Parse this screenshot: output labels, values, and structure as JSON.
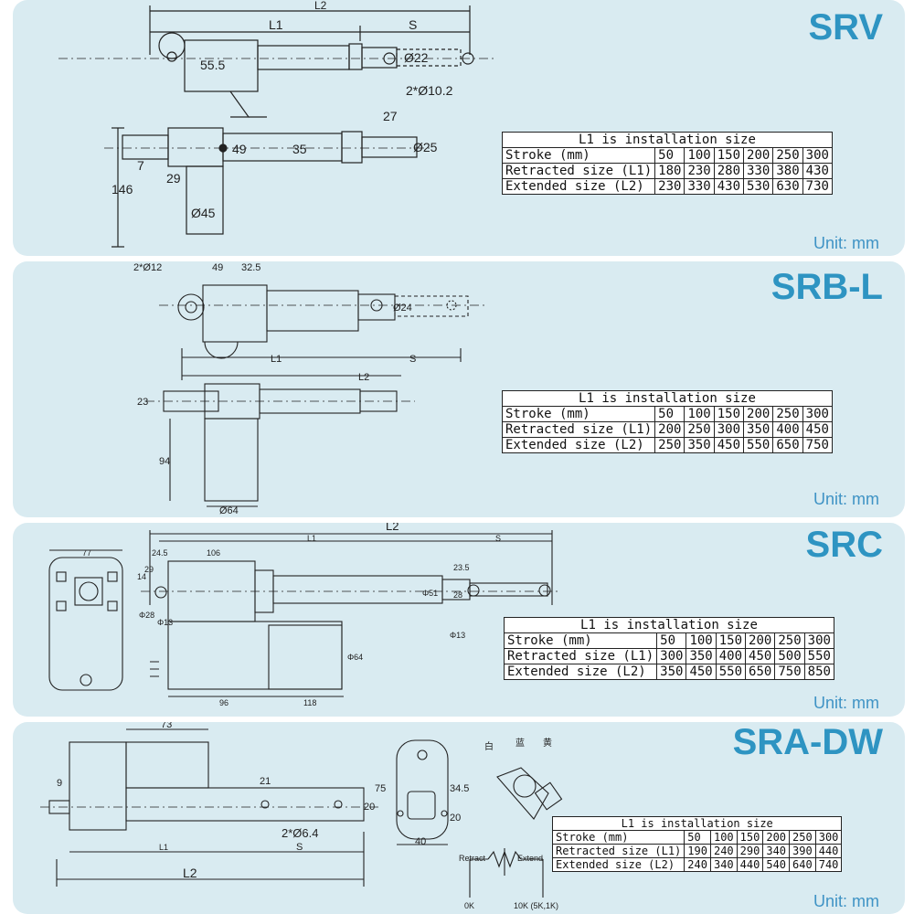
{
  "panels": [
    {
      "title": "SRV",
      "unit": "Unit: mm",
      "table": {
        "caption": "L1 is installation size",
        "header": [
          "Stroke (mm)",
          "50",
          "100",
          "150",
          "200",
          "250",
          "300"
        ],
        "rows": [
          [
            "Retracted size (L1)",
            "180",
            "230",
            "280",
            "330",
            "380",
            "430"
          ],
          [
            "Extended size (L2)",
            "230",
            "330",
            "430",
            "530",
            "630",
            "730"
          ]
        ]
      },
      "dims": {
        "l2": "L2",
        "l1": "L1",
        "s": "S",
        "d55": "55.5",
        "d22": "Ø22",
        "holes": "2*Ø10.2",
        "d27": "27",
        "d49": "49",
        "d35": "35",
        "d25": "Ø25",
        "d7": "7",
        "d29": "29",
        "d146": "146",
        "d45": "Ø45"
      }
    },
    {
      "title": "SRB-L",
      "unit": "Unit: mm",
      "table": {
        "caption": "L1 is installation size",
        "header": [
          "Stroke (mm)",
          "50",
          "100",
          "150",
          "200",
          "250",
          "300"
        ],
        "rows": [
          [
            "Retracted size (L1)",
            "200",
            "250",
            "300",
            "350",
            "400",
            "450"
          ],
          [
            "Extended size (L2)",
            "250",
            "350",
            "450",
            "550",
            "650",
            "750"
          ]
        ]
      },
      "dims": {
        "holes": "2*Ø12",
        "d49": "49",
        "d325": "32.5",
        "d24": "Ø24",
        "l1": "L1",
        "s": "S",
        "l2": "L2",
        "d23": "23",
        "d94": "94",
        "d64": "Ø64"
      }
    },
    {
      "title": "SRC",
      "unit": "Unit: mm",
      "table": {
        "caption": "L1 is installation size",
        "header": [
          "Stroke (mm)",
          "50",
          "100",
          "150",
          "200",
          "250",
          "300"
        ],
        "rows": [
          [
            "Retracted size (L1)",
            "300",
            "350",
            "400",
            "450",
            "500",
            "550"
          ],
          [
            "Extended size (L2)",
            "350",
            "450",
            "550",
            "650",
            "750",
            "850"
          ]
        ]
      },
      "dims": {
        "l2": "L2",
        "l1": "L1",
        "s": "S",
        "d77": "77",
        "d245": "24.5",
        "d106": "106",
        "d235": "23.5",
        "d29": "29",
        "d14": "14",
        "d28": "Φ28",
        "d13a": "Φ13",
        "d51": "Φ51",
        "d28b": "28",
        "d13b": "Φ13",
        "d64": "Φ64",
        "d96": "96",
        "d118": "118"
      }
    },
    {
      "title": "SRA-DW",
      "unit": "Unit: mm",
      "table": {
        "caption": "L1 is installation size",
        "header": [
          "Stroke (mm)",
          "50",
          "100",
          "150",
          "200",
          "250",
          "300"
        ],
        "rows": [
          [
            "Retracted size (L1)",
            "190",
            "240",
            "290",
            "340",
            "390",
            "440"
          ],
          [
            "Extended size (L2)",
            "240",
            "340",
            "440",
            "540",
            "640",
            "740"
          ]
        ]
      },
      "dims": {
        "d73": "73",
        "d9": "9",
        "d21": "21",
        "d20a": "20",
        "holes": "2*Ø6.4",
        "l1": "L1",
        "s": "S",
        "l2": "L2",
        "d75": "75",
        "d345": "34.5",
        "d20b": "20",
        "d40": "40",
        "white": "白",
        "blue": "蓝",
        "yellow": "黄",
        "retract": "Retract",
        "extend": "Extend",
        "ok": "0K",
        "pot": "10K (5K,1K)"
      }
    }
  ]
}
